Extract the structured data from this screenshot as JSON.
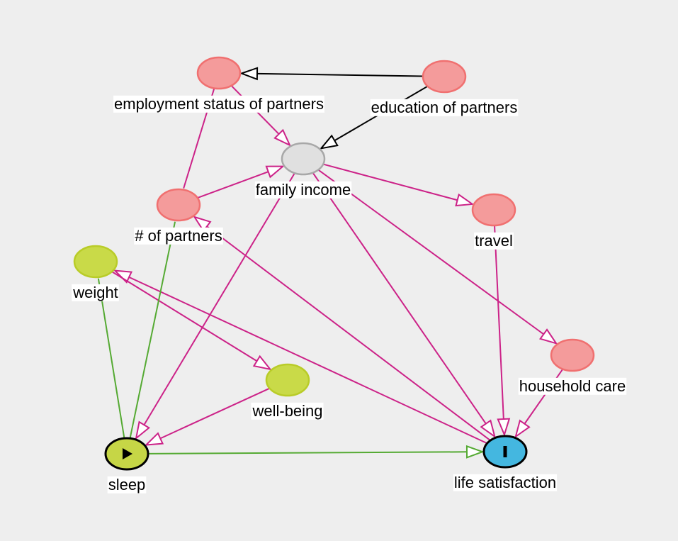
{
  "diagram": {
    "colors": {
      "background": "#eeeeee",
      "exposure_node": "#c6d646",
      "exposure_stroke": "#000000",
      "outcome_node": "#44b7e0",
      "outcome_stroke": "#000000",
      "ancestor_node": "#f49b9b",
      "ancestor_stroke": "#f07070",
      "adjusted_node": "#e0e0e0",
      "adjusted_stroke": "#a8a8a8",
      "exposure_ancestor_node": "#c9da48",
      "exposure_ancestor_stroke": "#b9cc28",
      "biasing_edge": "#cc2288",
      "causal_edge": "#55aa33",
      "other_edge": "#000000"
    },
    "nodes": [
      {
        "id": "employment",
        "label": "employment status of partners",
        "role": "ancestor"
      },
      {
        "id": "education",
        "label": "education of partners",
        "role": "ancestor"
      },
      {
        "id": "income",
        "label": "family income",
        "role": "adjusted"
      },
      {
        "id": "partners",
        "label": "# of partners",
        "role": "ancestor"
      },
      {
        "id": "travel",
        "label": "travel",
        "role": "ancestor"
      },
      {
        "id": "weight",
        "label": "weight",
        "role": "exposure_ancestor"
      },
      {
        "id": "household",
        "label": "household care",
        "role": "ancestor"
      },
      {
        "id": "wellbeing",
        "label": "well-being",
        "role": "exposure_ancestor"
      },
      {
        "id": "sleep",
        "label": "sleep",
        "role": "exposure",
        "icon": "play-icon"
      },
      {
        "id": "life",
        "label": "life satisfaction",
        "role": "outcome",
        "icon": "bar-icon"
      }
    ],
    "edges": [
      {
        "from": "education",
        "to": "employment",
        "kind": "other"
      },
      {
        "from": "education",
        "to": "income",
        "kind": "other"
      },
      {
        "from": "employment",
        "to": "income",
        "kind": "biasing"
      },
      {
        "from": "partners",
        "to": "income",
        "kind": "biasing"
      },
      {
        "from": "employment",
        "to": "partners",
        "kind": "biasing",
        "arrow": false
      },
      {
        "from": "income",
        "to": "travel",
        "kind": "biasing"
      },
      {
        "from": "income",
        "to": "household",
        "kind": "biasing"
      },
      {
        "from": "income",
        "to": "sleep",
        "kind": "biasing"
      },
      {
        "from": "income",
        "to": "life",
        "kind": "biasing"
      },
      {
        "from": "life",
        "to": "partners",
        "kind": "biasing"
      },
      {
        "from": "life",
        "to": "weight",
        "kind": "biasing"
      },
      {
        "from": "weight",
        "to": "wellbeing",
        "kind": "biasing"
      },
      {
        "from": "wellbeing",
        "to": "sleep",
        "kind": "biasing"
      },
      {
        "from": "travel",
        "to": "life",
        "kind": "biasing"
      },
      {
        "from": "household",
        "to": "life",
        "kind": "biasing"
      },
      {
        "from": "sleep",
        "to": "weight",
        "kind": "causal",
        "arrow": false
      },
      {
        "from": "sleep",
        "to": "partners",
        "kind": "causal",
        "arrow": false
      },
      {
        "from": "sleep",
        "to": "life",
        "kind": "causal"
      }
    ]
  }
}
